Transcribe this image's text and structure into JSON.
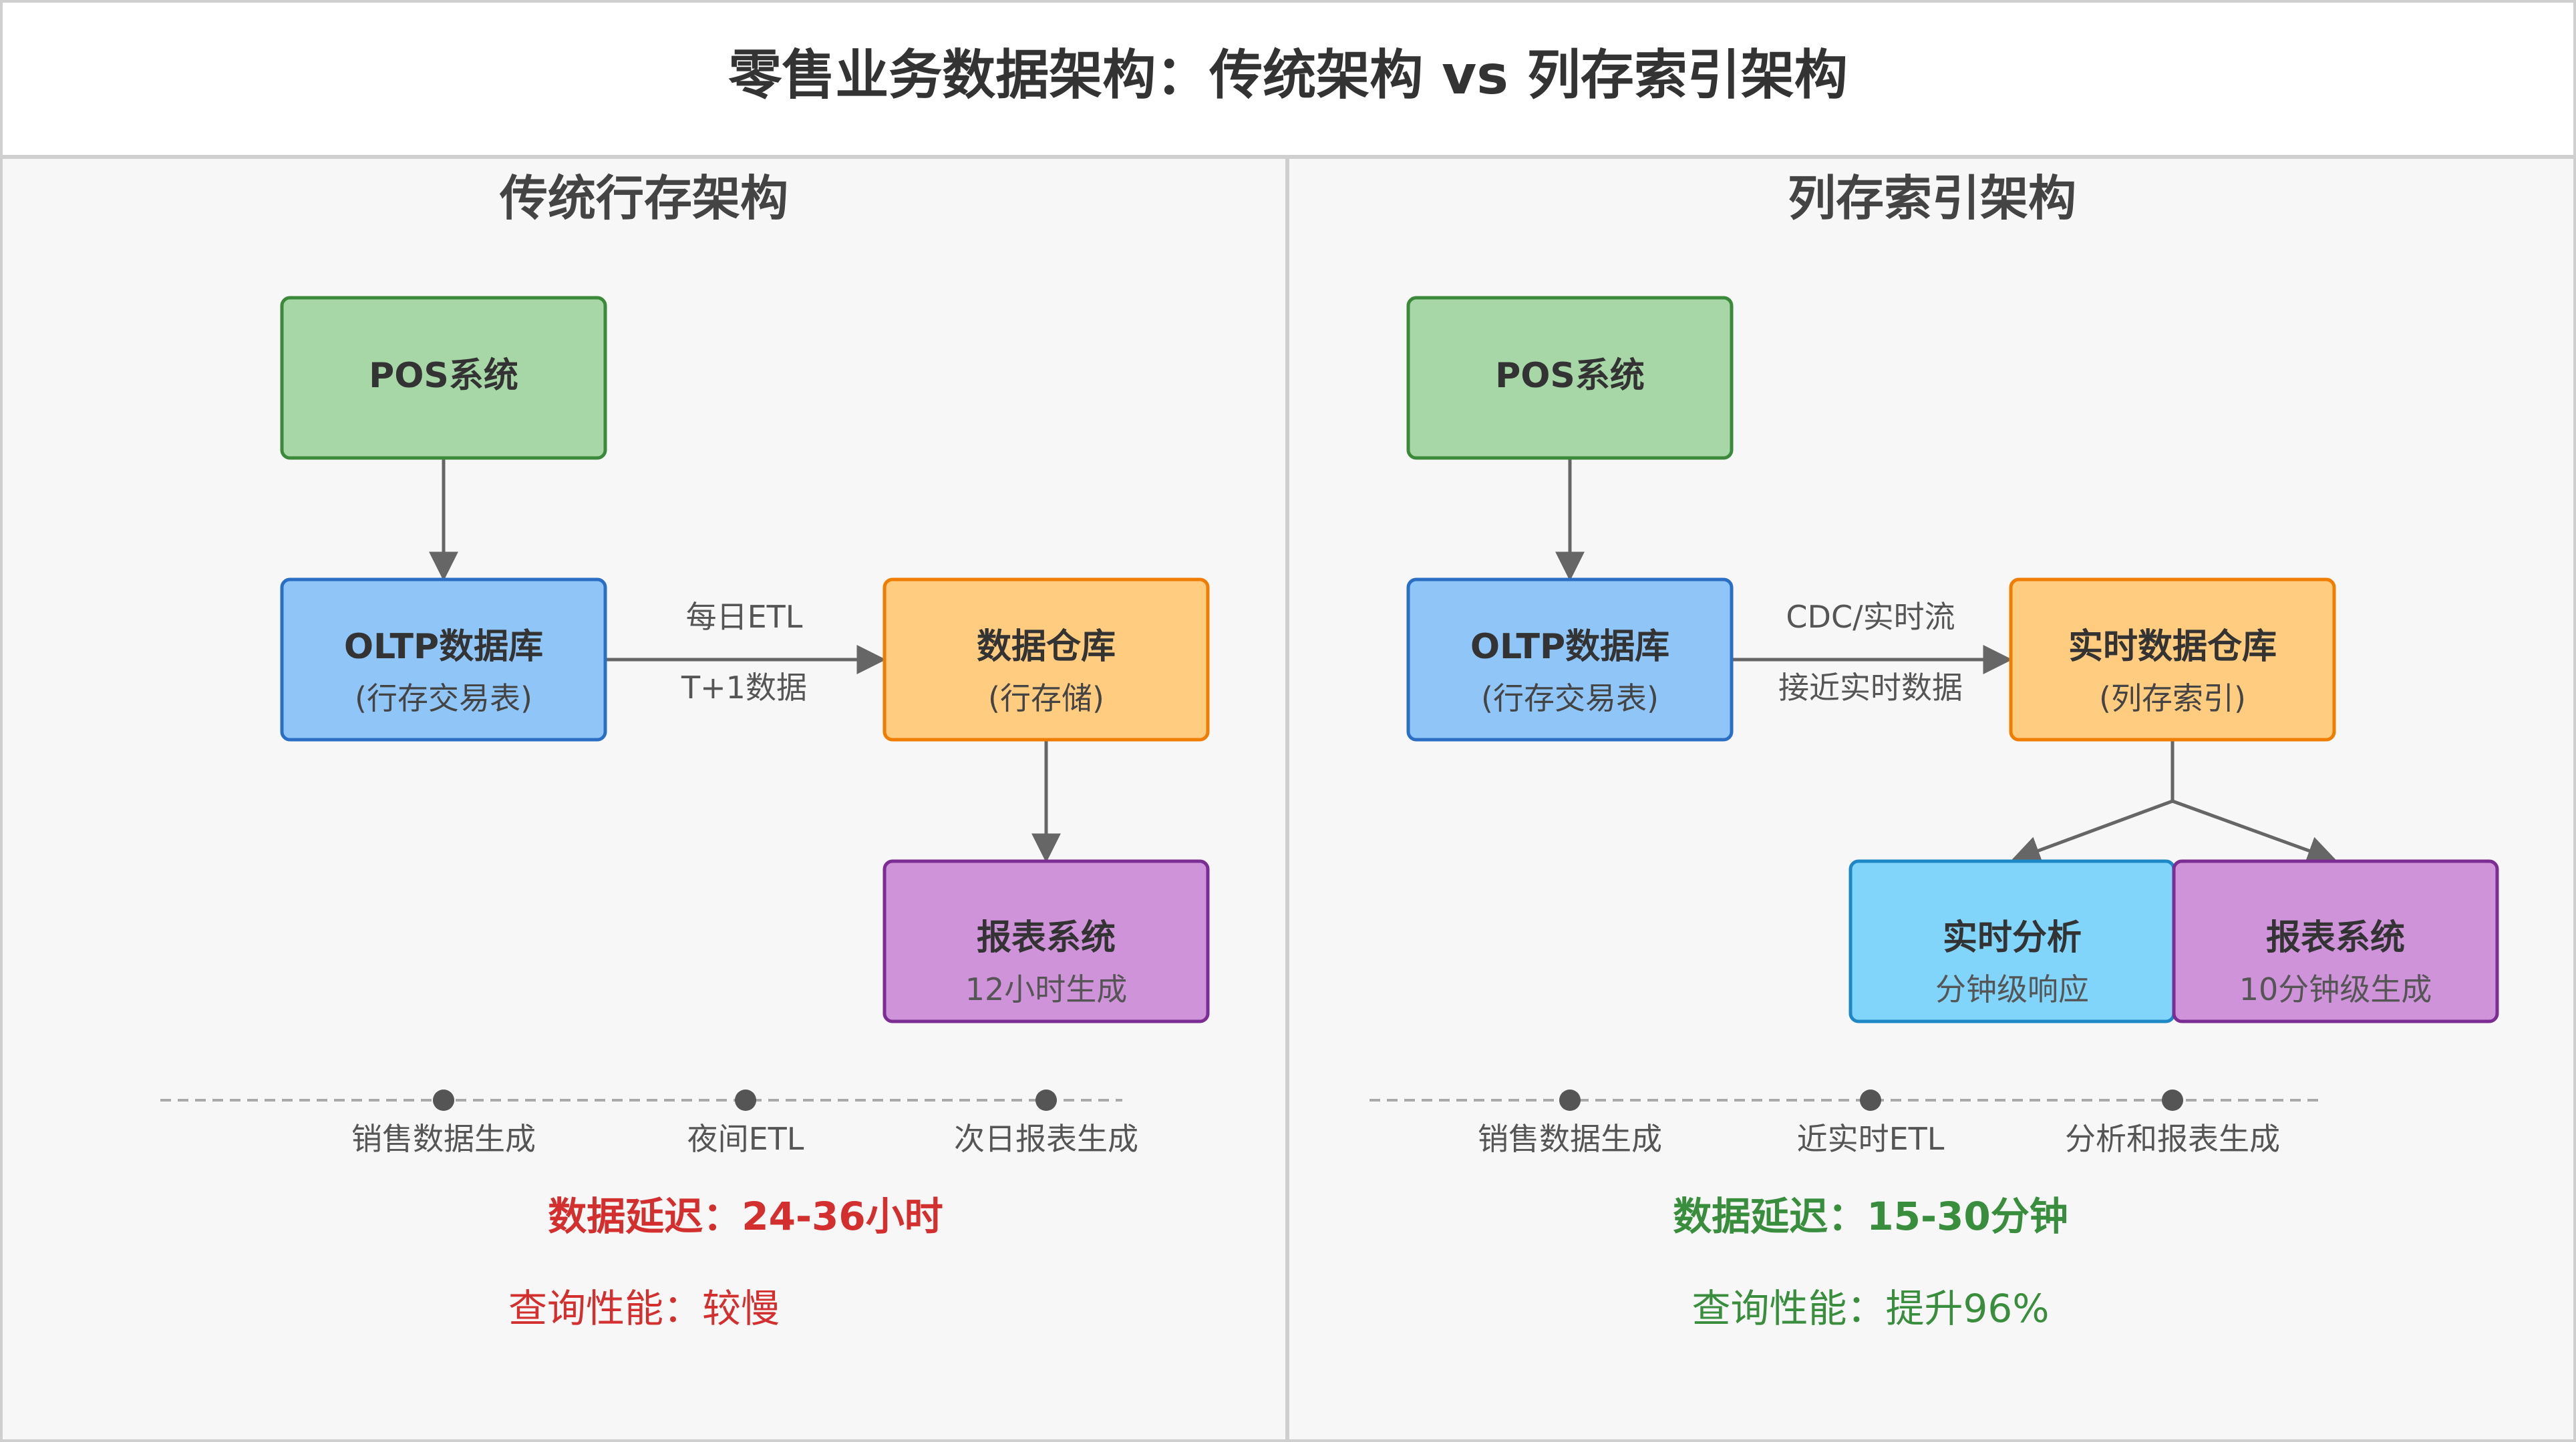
{
  "title": "零售业务数据架构：传统架构 vs 列存索引架构",
  "left": {
    "heading": "传统行存架构",
    "nodes": {
      "pos": {
        "title": "POS系统"
      },
      "oltp": {
        "title": "OLTP数据库",
        "sub": "(行存交易表)"
      },
      "dw": {
        "title": "数据仓库",
        "sub": "(行存储)"
      },
      "report": {
        "title": "报表系统",
        "sub": "12小时生成"
      }
    },
    "edge_label_top": "每日ETL",
    "edge_label_bottom": "T+1数据",
    "timeline": [
      "销售数据生成",
      "夜间ETL",
      "次日报表生成"
    ],
    "latency": "数据延迟：24-36小时",
    "performance": "查询性能：较慢"
  },
  "right": {
    "heading": "列存索引架构",
    "nodes": {
      "pos": {
        "title": "POS系统"
      },
      "oltp": {
        "title": "OLTP数据库",
        "sub": "(行存交易表)"
      },
      "dw": {
        "title": "实时数据仓库",
        "sub": "(列存索引)"
      },
      "analysis": {
        "title": "实时分析",
        "sub": "分钟级响应"
      },
      "report": {
        "title": "报表系统",
        "sub": "10分钟级生成"
      }
    },
    "edge_label_top": "CDC/实时流",
    "edge_label_bottom": "接近实时数据",
    "timeline": [
      "销售数据生成",
      "近实时ETL",
      "分析和报表生成"
    ],
    "latency": "数据延迟：15-30分钟",
    "performance": "查询性能：提升96%"
  },
  "colors": {
    "green_fill": "#a7d7a7",
    "green_stroke": "#3b8a3b",
    "blue_fill": "#90c6f7",
    "blue_stroke": "#2b6fc4",
    "orange_fill": "#ffcc80",
    "orange_stroke": "#ef7d00",
    "purple_fill": "#ce93d8",
    "purple_stroke": "#7b2d94",
    "cyan_fill": "#81d4fa",
    "cyan_stroke": "#1e88c7",
    "negative": "#d32f2f",
    "positive": "#388e3c"
  }
}
